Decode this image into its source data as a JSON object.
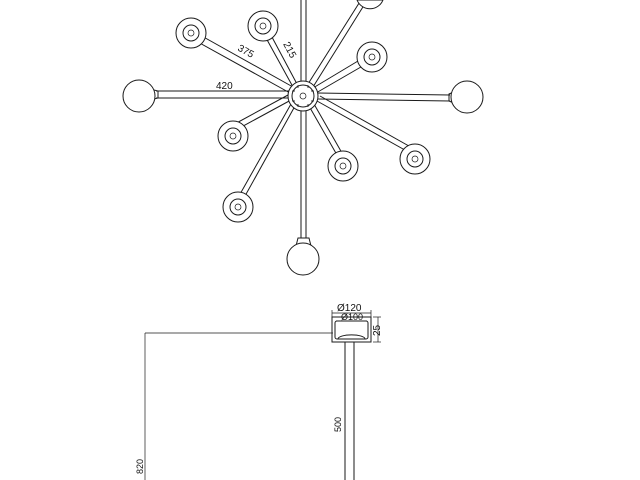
{
  "dimensions": {
    "arm_long": "420",
    "arm_diag": "375",
    "arm_short": "215",
    "canopy_outer": "Ø120",
    "canopy_inner": "Ø100",
    "canopy_height": "25",
    "rod_length": "500",
    "total_height": "820"
  }
}
